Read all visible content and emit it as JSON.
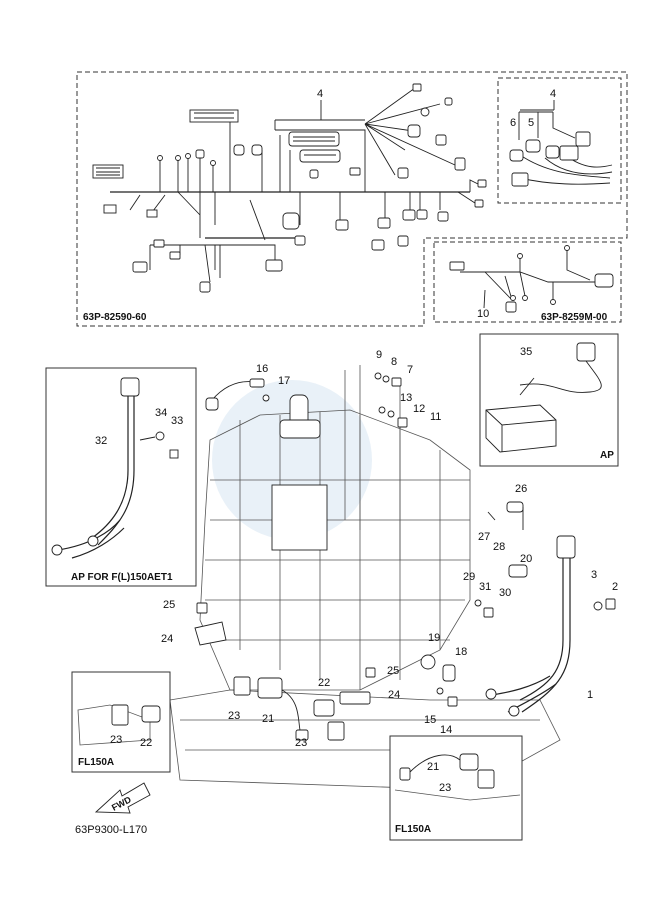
{
  "section_codes": {
    "harness_main": "63P-82590-60",
    "harness_sub": "63P-8259M-00",
    "diagram": "63P9300-L170"
  },
  "box_captions": {
    "ap_for": "AP FOR F(L)150AET1",
    "ap": "AP",
    "fl150a_left": "FL150A",
    "fl150a_right": "FL150A"
  },
  "direction_label": "FWD",
  "part_numbers": {
    "p1": "1",
    "p2": "2",
    "p3": "3",
    "p4a": "4",
    "p4b": "4",
    "p5": "5",
    "p6": "6",
    "p7": "7",
    "p8": "8",
    "p9": "9",
    "p10": "10",
    "p11": "11",
    "p12": "12",
    "p13": "13",
    "p14": "14",
    "p15": "15",
    "p16": "16",
    "p17": "17",
    "p18": "18",
    "p19": "19",
    "p20": "20",
    "p21a": "21",
    "p21b": "21",
    "p22a": "22",
    "p22b": "22",
    "p23a": "23",
    "p23b": "23",
    "p23c": "23",
    "p23d": "23",
    "p24a": "24",
    "p24b": "24",
    "p25a": "25",
    "p25b": "25",
    "p26": "26",
    "p27": "27",
    "p28": "28",
    "p29": "29",
    "p30": "30",
    "p31": "31",
    "p32": "32",
    "p33": "33",
    "p34": "34",
    "p35": "35"
  }
}
